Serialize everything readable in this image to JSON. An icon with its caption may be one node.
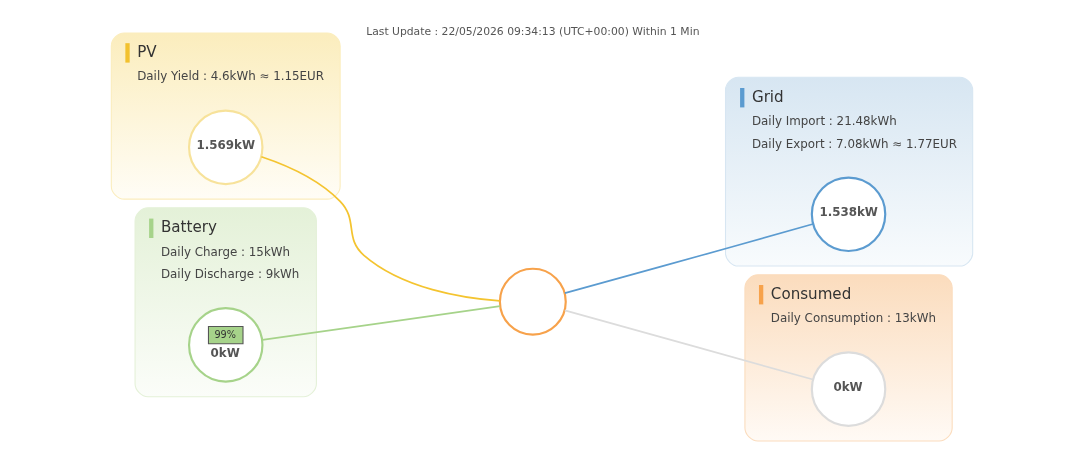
{
  "diagram": {
    "nodes": [
      {
        "text": [
          "PV",
          "Daily Yield : 4.6kWh ≈ 1.15EUR"
        ]
      },
      {
        "text": [
          "1.569kW"
        ],
        "in": 0
      },
      {
        "text": [
          "Grid",
          "Daily Import : 21.48kWh",
          "Daily Export : 7.08kWh ≈ 1.77EUR"
        ]
      },
      {
        "text": [
          "1.538kW"
        ],
        "in": 2
      },
      {
        "text": [],
        "shape": "circle"
      },
      {
        "text": [
          "Battery",
          "Daily Charge : 15kWh",
          "Daily Discharge : 9kWh"
        ]
      },
      {
        "text": [
          "99%",
          "0kW"
        ],
        "in": 5
      },
      {
        "text": [
          "Consumed",
          "Daily Consumption : 13kWh"
        ]
      },
      {
        "text": [
          "0kW"
        ],
        "in": 7
      }
    ],
    "edges": [
      {
        "from": 1,
        "to": 4,
        "arrow": "none",
        "color": "#f4c430"
      },
      {
        "from": 4,
        "to": 3,
        "arrow": "none",
        "color": "#5b9bd0"
      },
      {
        "from": 6,
        "to": 4,
        "arrow": "none",
        "color": "#a6d38a"
      },
      {
        "from": 4,
        "to": 8,
        "arrow": "none",
        "color": "#dcdcdc"
      }
    ],
    "labels": [
      "Last Update : 22/05/2026 09:34:13 (UTC+00:00) Within 1 Min"
    ]
  }
}
